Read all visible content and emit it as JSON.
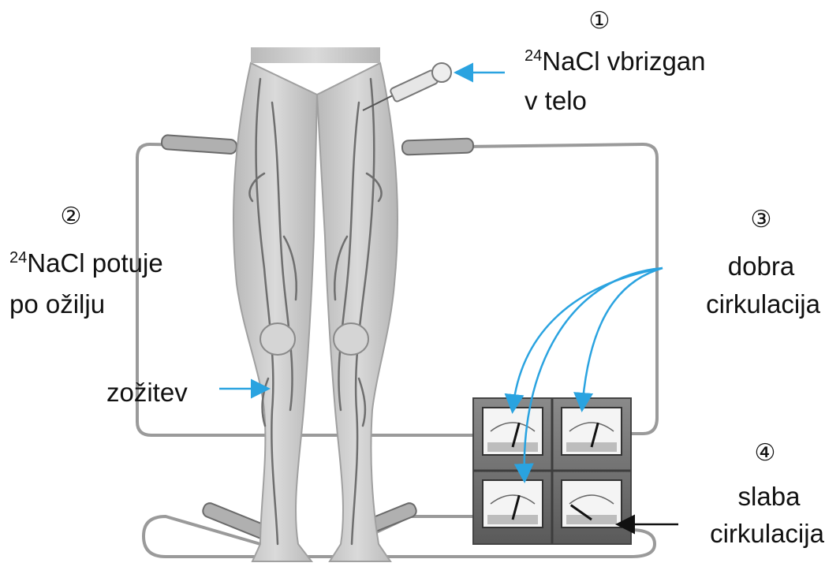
{
  "colors": {
    "arrow_blue": "#2aa3e0",
    "arrow_black": "#111111",
    "skin": "#c9c9c9",
    "vessel": "#6e6e6e",
    "tube": "#9a9a9a",
    "box": "#6c6c6c"
  },
  "labels": {
    "step1": {
      "number": "①",
      "isotope_mass": "24",
      "line1": "NaCl vbrizgan",
      "line2": "v telo"
    },
    "step2": {
      "number": "②",
      "isotope_mass": "24",
      "line1": "NaCl potuje",
      "line2": "po ožilju"
    },
    "step3": {
      "number": "③",
      "line1": "dobra",
      "line2": "cirkulacija"
    },
    "step4": {
      "number": "④",
      "line1": "slaba",
      "line2": "cirkulacija"
    },
    "narrowing": "zožitev"
  },
  "meters": {
    "count": 4,
    "readings": [
      "good",
      "good",
      "good",
      "poor"
    ]
  }
}
